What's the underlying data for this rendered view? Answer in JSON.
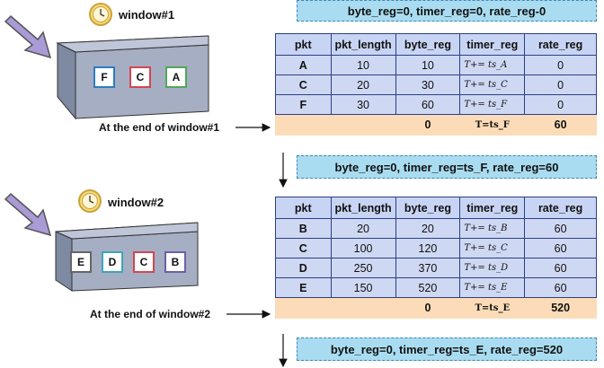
{
  "top_reg": "byte_reg=0, timer_reg=0, rate_reg-0",
  "mid_reg": "byte_reg=0, timer_reg=ts_F, rate_reg=60",
  "bottom_reg": "byte_reg=0, timer_reg=ts_E, rate_reg=520",
  "colors": {
    "reg_fill": "#a9dcf0",
    "table_header": "#c8d4f3",
    "table_cell": "#cfd8f3",
    "table_border": "#2b3f86",
    "summary_fill": "#fcdcb8",
    "queue_front": "#a6aec4",
    "arrow_fill": "#aa9ad6",
    "clock_fill": "#f7d97a"
  },
  "headers": [
    "pkt",
    "pkt_length",
    "byte_reg",
    "timer_reg",
    "rate_reg"
  ],
  "window1": {
    "label": "window#1",
    "queue": [
      {
        "name": "F",
        "color": "#2a7ec0"
      },
      {
        "name": "C",
        "color": "#d4464f"
      },
      {
        "name": "A",
        "color": "#52a756"
      }
    ],
    "rows": [
      {
        "pkt": "A",
        "len": "10",
        "byte": "10",
        "timer": "T+= ts_A",
        "rate": "0"
      },
      {
        "pkt": "C",
        "len": "20",
        "byte": "30",
        "timer": "T+= ts_C",
        "rate": "0"
      },
      {
        "pkt": "F",
        "len": "30",
        "byte": "60",
        "timer": "T+= ts_F",
        "rate": "0"
      }
    ],
    "end_label": "At the end of window#1",
    "summary": {
      "byte": "0",
      "timer": "T=ts_F",
      "rate": "60"
    }
  },
  "window2": {
    "label": "window#2",
    "queue": [
      {
        "name": "E",
        "color": "#666666"
      },
      {
        "name": "D",
        "color": "#3aa7b8"
      },
      {
        "name": "C",
        "color": "#d4464f"
      },
      {
        "name": "B",
        "color": "#6c5fa6"
      }
    ],
    "rows": [
      {
        "pkt": "B",
        "len": "20",
        "byte": "20",
        "timer": "T+= ts_B",
        "rate": "60"
      },
      {
        "pkt": "C",
        "len": "100",
        "byte": "120",
        "timer": "T+= ts_C",
        "rate": "60"
      },
      {
        "pkt": "D",
        "len": "250",
        "byte": "370",
        "timer": "T+= ts_D",
        "rate": "60"
      },
      {
        "pkt": "E",
        "len": "150",
        "byte": "520",
        "timer": "T+= ts_E",
        "rate": "60"
      }
    ],
    "end_label": "At the end of window#2",
    "summary": {
      "byte": "0",
      "timer": "T=ts_E",
      "rate": "520"
    }
  }
}
